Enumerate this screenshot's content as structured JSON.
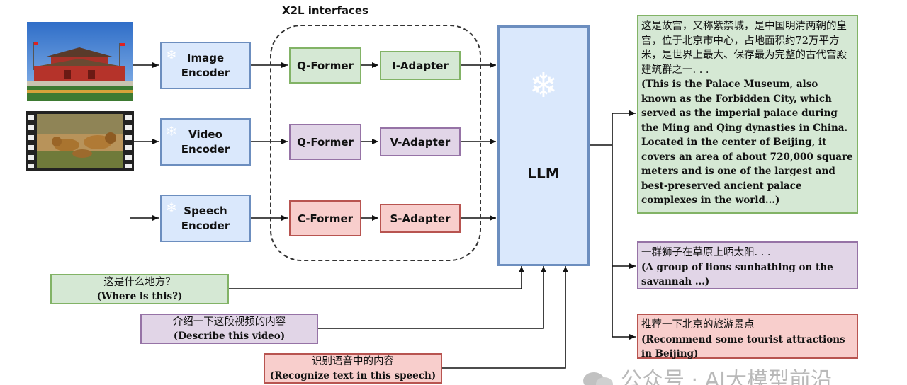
{
  "title": "X2L interfaces",
  "encoders": [
    {
      "line1": "Image",
      "line2": "Encoder"
    },
    {
      "line1": "Video",
      "line2": "Encoder"
    },
    {
      "line1": "Speech",
      "line2": "Encoder"
    }
  ],
  "formers": [
    "Q-Former",
    "Q-Former",
    "C-Former"
  ],
  "adapters": [
    "I-Adapter",
    "V-Adapter",
    "S-Adapter"
  ],
  "llm_label": "LLM",
  "questions": [
    {
      "zh": "这是什么地方？",
      "en": "(Where is this?)"
    },
    {
      "zh": "介绍一下这段视频的内容",
      "en": "(Describe this video)"
    },
    {
      "zh": "识别语音中的内容",
      "en": "(Recognize text in this speech)"
    }
  ],
  "outputs": [
    {
      "zh": "这是故宫，又称紫禁城，是中国明清两朝的皇宫，位于北京市中心，占地面积约72万平方米，是世界上最大、保存最为完整的古代宫殿建筑群之一. . .",
      "en": "(This is the Palace Museum, also known as the Forbidden City, which served as the imperial palace during the Ming and Qing dynasties in China. Located in the center of Beijing, it covers an area of about 720,000 square meters and is one of the largest and best-preserved ancient palace complexes in the world...)"
    },
    {
      "zh": "一群狮子在草原上晒太阳. . .",
      "en": "(A group of lions sunbathing on the savannah ...)"
    },
    {
      "zh": "推荐一下北京的旅游景点",
      "en": "(Recommend some tourist attractions in Beijing)"
    }
  ],
  "watermark": "公众号 · AI大模型前沿",
  "colors": {
    "encoder_fill": "#dae8fc",
    "encoder_border": "#6c8ebf",
    "green_fill": "#d5e8d4",
    "green_border": "#82b366",
    "purple_fill": "#e1d5e7",
    "purple_border": "#9673a6",
    "red_fill": "#f8cecc",
    "red_border": "#b85450"
  },
  "icons": {
    "frozen": "snowflake-icon",
    "watermark_logo": "wechat-icon"
  }
}
